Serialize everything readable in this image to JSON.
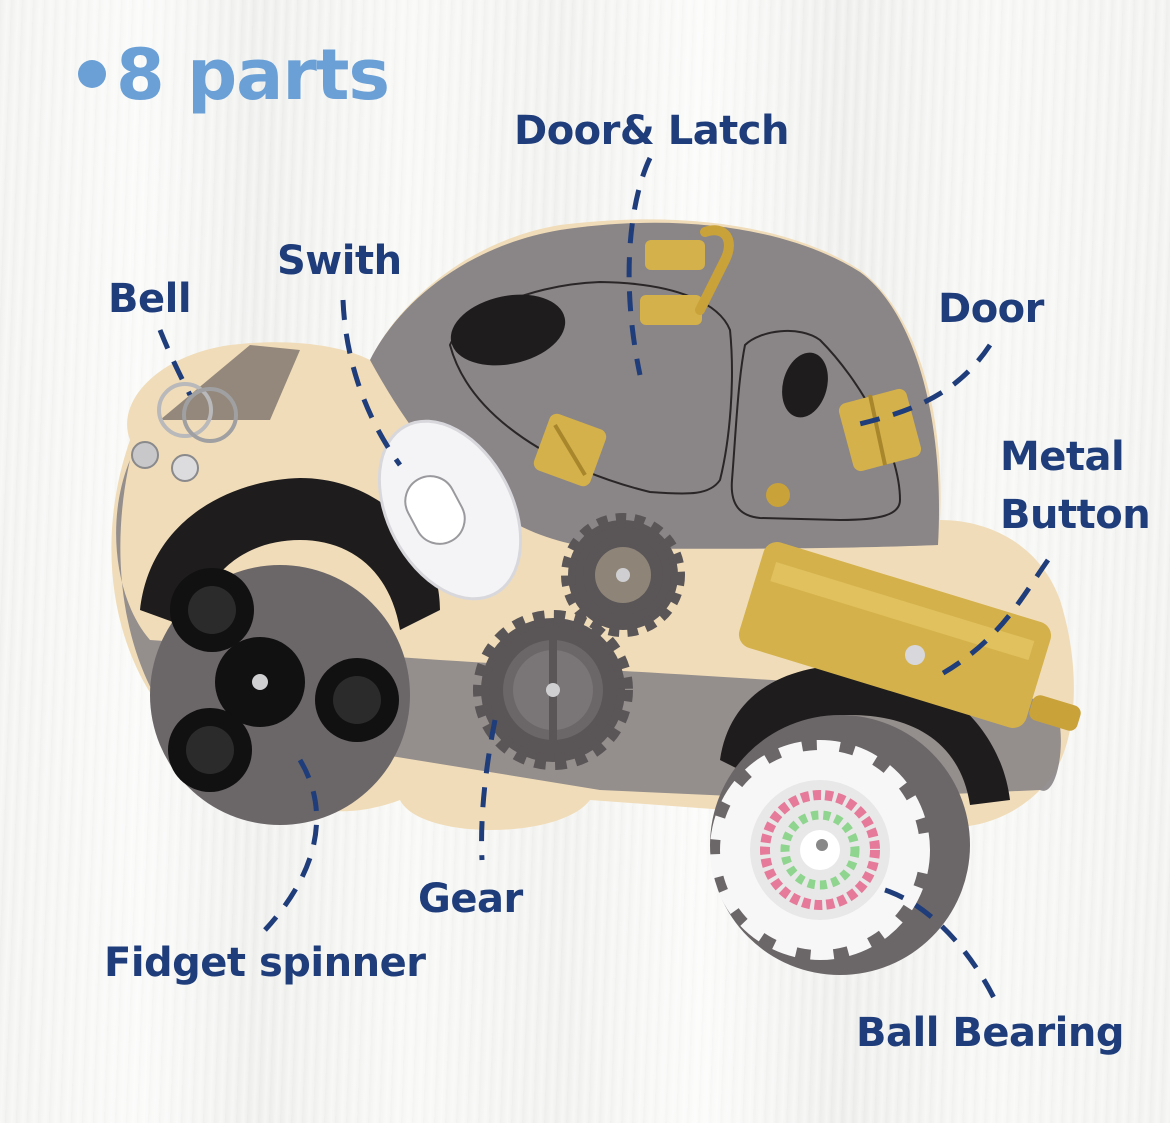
{
  "title": {
    "text": "8 parts",
    "bullet": "•",
    "color": "#6aa0d6"
  },
  "label_color": "#1f3d7a",
  "labels": {
    "door_latch": "Door& Latch",
    "switch": "Swith",
    "bell": "Bell",
    "door": "Door",
    "metal_button": "Metal Button",
    "gear": "Gear",
    "fidget_spinner": "Fidget spinner",
    "ball_bearing": "Ball Bearing"
  },
  "colors": {
    "wood": "#f0dcb8",
    "grey_panel": "#8a8587",
    "dark_grey": "#6b6668",
    "black": "#1e1c1d",
    "brass": "#d4b14a",
    "white_part": "#f4f4f6"
  }
}
